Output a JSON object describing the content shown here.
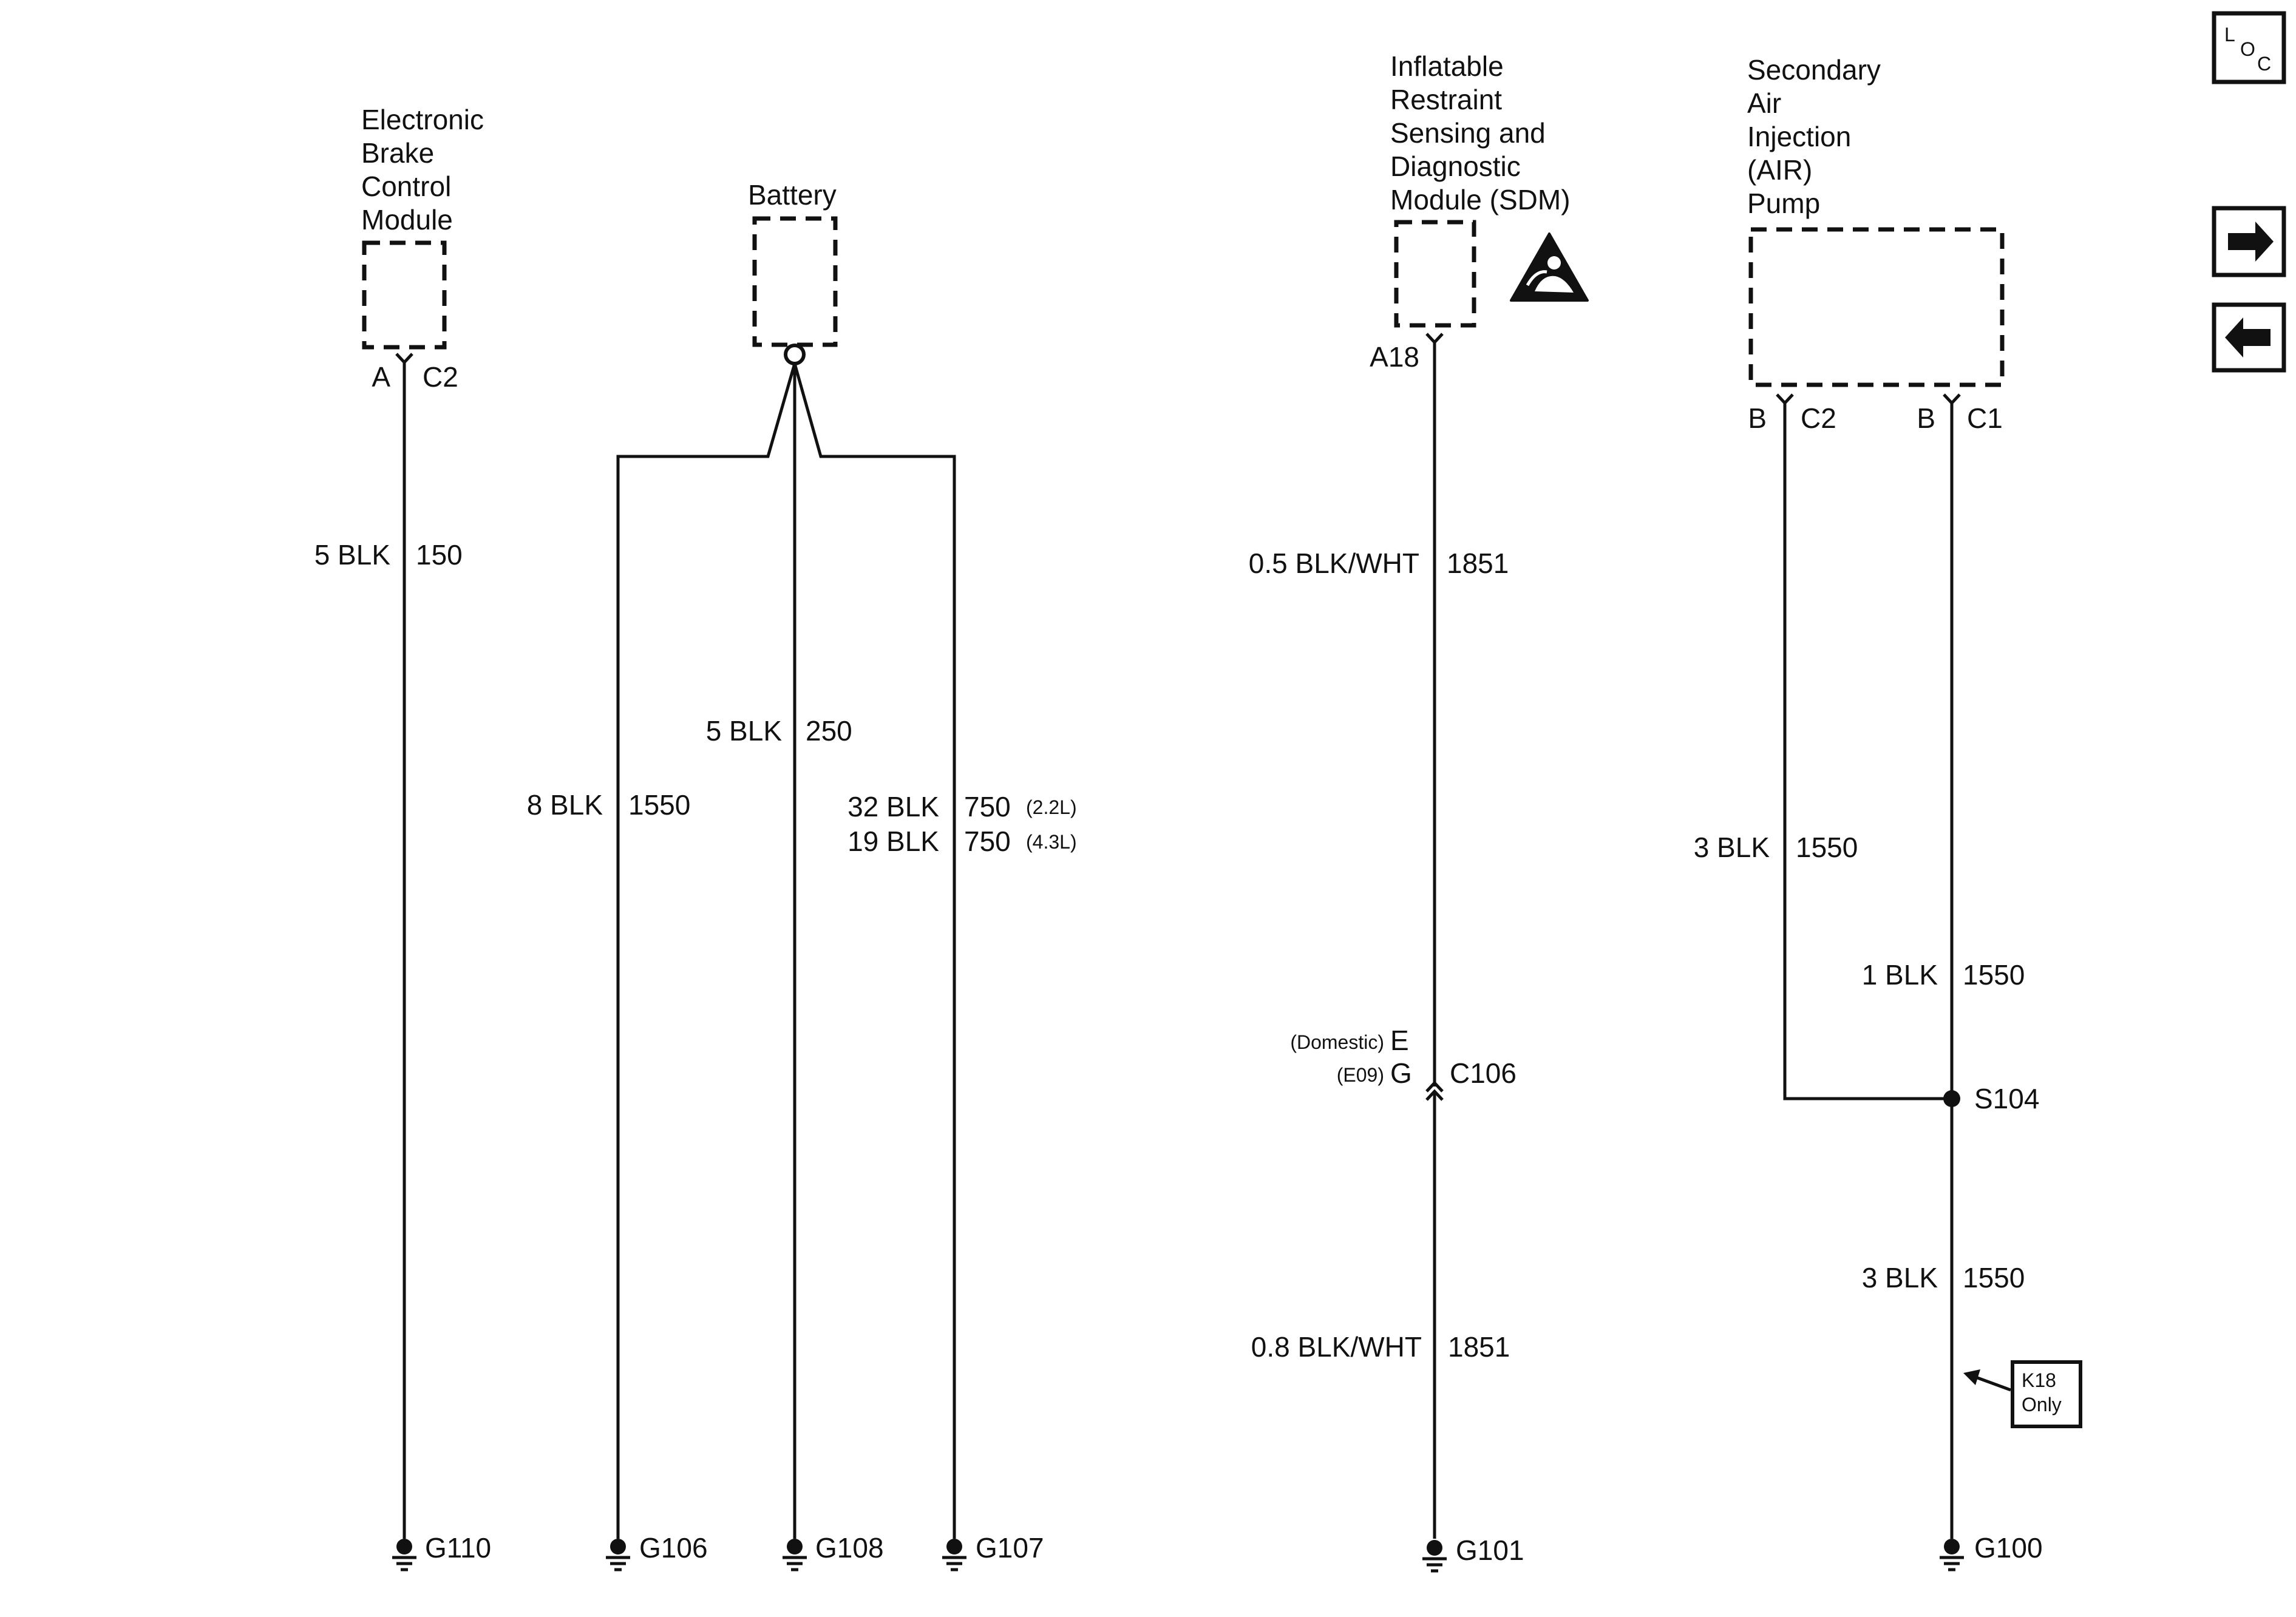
{
  "components": {
    "ebcm": {
      "name": [
        "Electronic",
        "Brake",
        "Control",
        "Module"
      ],
      "pin": "A",
      "connector": "C2"
    },
    "battery": {
      "name": [
        "Battery"
      ]
    },
    "sdm": {
      "name": [
        "Inflatable",
        "Restraint",
        "Sensing and",
        "Diagnostic",
        "Module (SDM)"
      ],
      "pin": "A18"
    },
    "air_pump": {
      "name": [
        "Secondary",
        "Air",
        "Injection",
        "(AIR)",
        "Pump"
      ],
      "pin_c2": "B",
      "connector_c2": "C2",
      "pin_c1": "B",
      "connector_c1": "C1"
    }
  },
  "wires": {
    "ebcm": {
      "size_color": "5 BLK",
      "circuit": "150"
    },
    "battery_g106": {
      "size_color": "8 BLK",
      "circuit": "1550"
    },
    "battery_g108": {
      "size_color": "5 BLK",
      "circuit": "250"
    },
    "battery_g107_a": {
      "size_color": "32 BLK",
      "circuit": "750",
      "note": "(2.2L)"
    },
    "battery_g107_b": {
      "size_color": "19 BLK",
      "circuit": "750",
      "note": "(4.3L)"
    },
    "sdm_upper": {
      "size_color": "0.5 BLK/WHT",
      "circuit": "1851"
    },
    "sdm_lower": {
      "size_color": "0.8 BLK/WHT",
      "circuit": "1851"
    },
    "air_c2": {
      "size_color": "3 BLK",
      "circuit": "1550"
    },
    "air_c1": {
      "size_color": "1 BLK",
      "circuit": "1550"
    },
    "air_main": {
      "size_color": "3 BLK",
      "circuit": "1550"
    }
  },
  "connectors": {
    "c106": {
      "name": "C106",
      "pin_domestic": "E",
      "label_domestic": "(Domestic)",
      "pin_e09": "G",
      "label_e09": "(E09)"
    }
  },
  "splices": {
    "s104": "S104"
  },
  "grounds": {
    "g110": "G110",
    "g106": "G106",
    "g108": "G108",
    "g107": "G107",
    "g101": "G101",
    "g100": "G100"
  },
  "option_note": {
    "line1": "K18",
    "line2": "Only"
  },
  "nav": {
    "loc_l": "L",
    "loc_o": "O",
    "loc_c": "C",
    "next_icon": "arrow-right-icon",
    "prev_icon": "arrow-left-icon"
  }
}
